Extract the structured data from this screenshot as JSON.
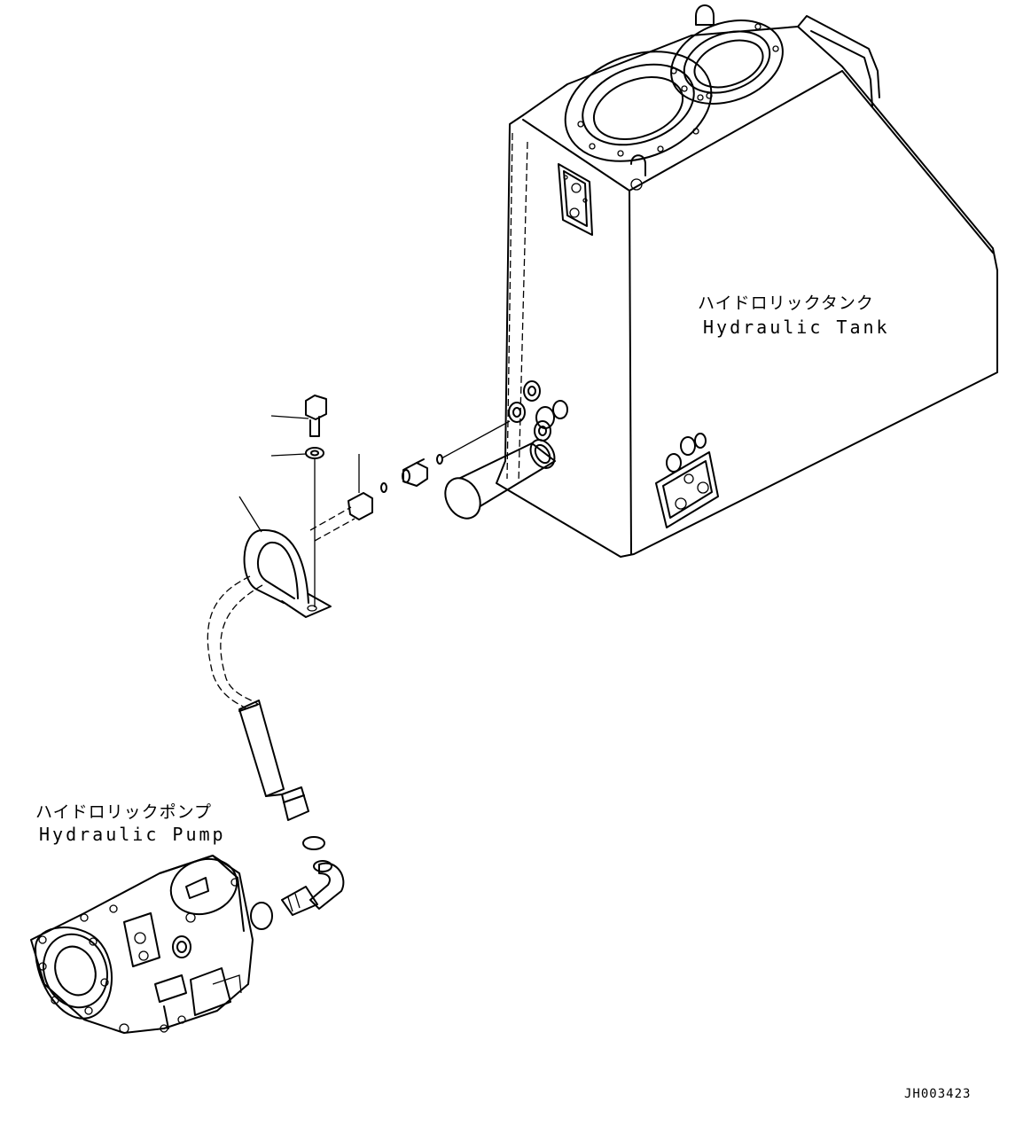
{
  "labels": {
    "tank_jp": "ハイドロリックタンク",
    "tank_en": "Hydraulic Tank",
    "pump_jp": "ハイドロリックポンプ",
    "pump_en": "Hydraulic Pump",
    "drawing_code": "JH003423"
  },
  "colors": {
    "line": "#000000",
    "background": "#ffffff"
  }
}
